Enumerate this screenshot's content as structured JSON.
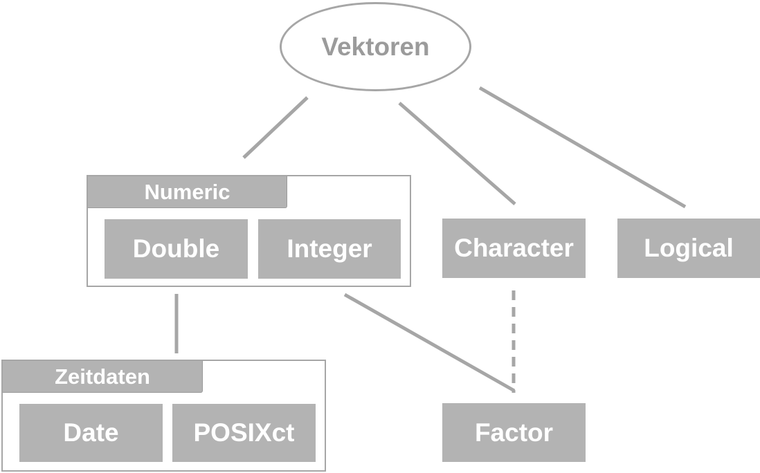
{
  "diagram": {
    "root": {
      "label": "Vektoren"
    },
    "groups": {
      "numeric": {
        "label": "Numeric",
        "items": [
          "Double",
          "Integer"
        ]
      },
      "zeitdaten": {
        "label": "Zeitdaten",
        "items": [
          "Date",
          "POSIXct"
        ]
      }
    },
    "nodes": {
      "character": "Character",
      "logical": "Logical",
      "factor": "Factor"
    },
    "colors": {
      "box_fill": "#b3b3b3",
      "line": "#a6a6a6",
      "text": "#ffffff",
      "root_text": "#9b9b9b"
    }
  }
}
